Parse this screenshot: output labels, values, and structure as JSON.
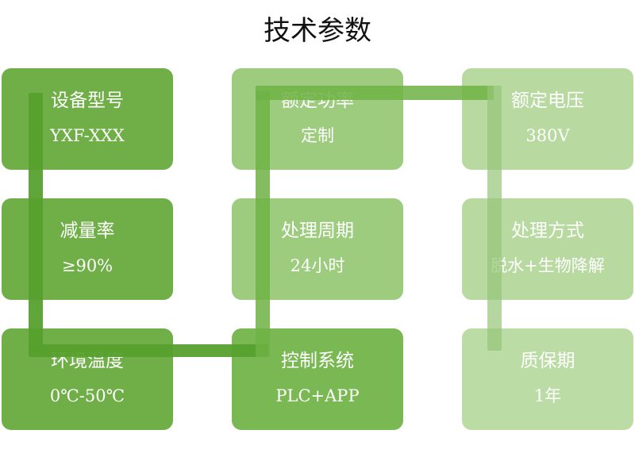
{
  "title": "技术参数",
  "params": [
    {
      "label": "设备型号",
      "value": "YXF-XXX"
    },
    {
      "label": "减量率",
      "value": "≥90%"
    },
    {
      "label": "环境温度",
      "value": "0℃-50℃"
    },
    {
      "label": "额定功率",
      "value": "定制"
    },
    {
      "label": "处理周期",
      "value": "24小时"
    },
    {
      "label": "控制系统",
      "value": "PLC+APP"
    },
    {
      "label": "额定电压",
      "value": "380V"
    },
    {
      "label": "处理方式",
      "value": "脱水+生物降解"
    },
    {
      "label": "质保期",
      "value": "1年"
    }
  ],
  "colors": {
    "column1": "#68ab3e",
    "column2": "#82be5a",
    "column3": "#a0cd82"
  }
}
